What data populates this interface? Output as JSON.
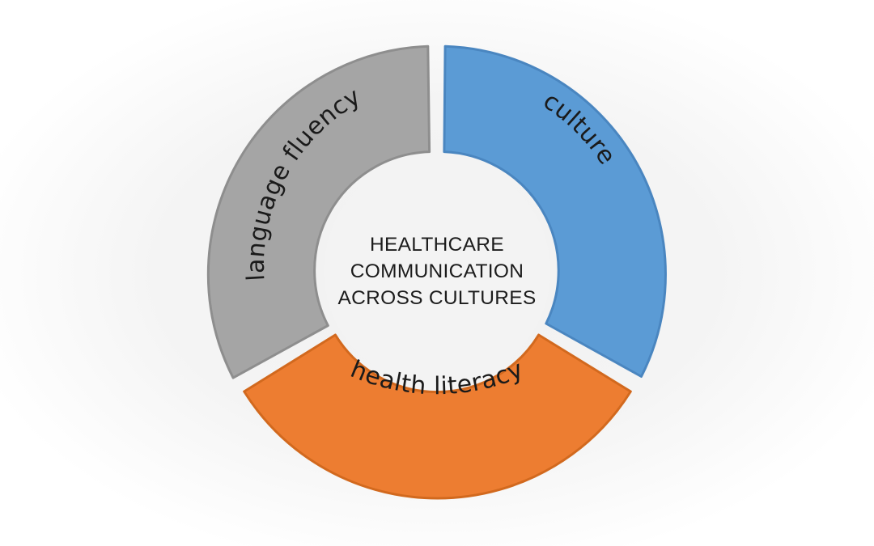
{
  "center_text": {
    "line1": "HEALTHCARE",
    "line2": "COMMUNICATION",
    "line3": "ACROSS CULTURES"
  },
  "segments": [
    {
      "label": "culture",
      "fill": "#5b9bd5",
      "stroke": "#4a86c0"
    },
    {
      "label": "health literacy",
      "fill": "#ed7d31",
      "stroke": "#d2691e"
    },
    {
      "label": "language fluency",
      "fill": "#a5a5a5",
      "stroke": "#8e8e8e"
    }
  ],
  "colors": {
    "center_circle": "#f3f3f3"
  }
}
